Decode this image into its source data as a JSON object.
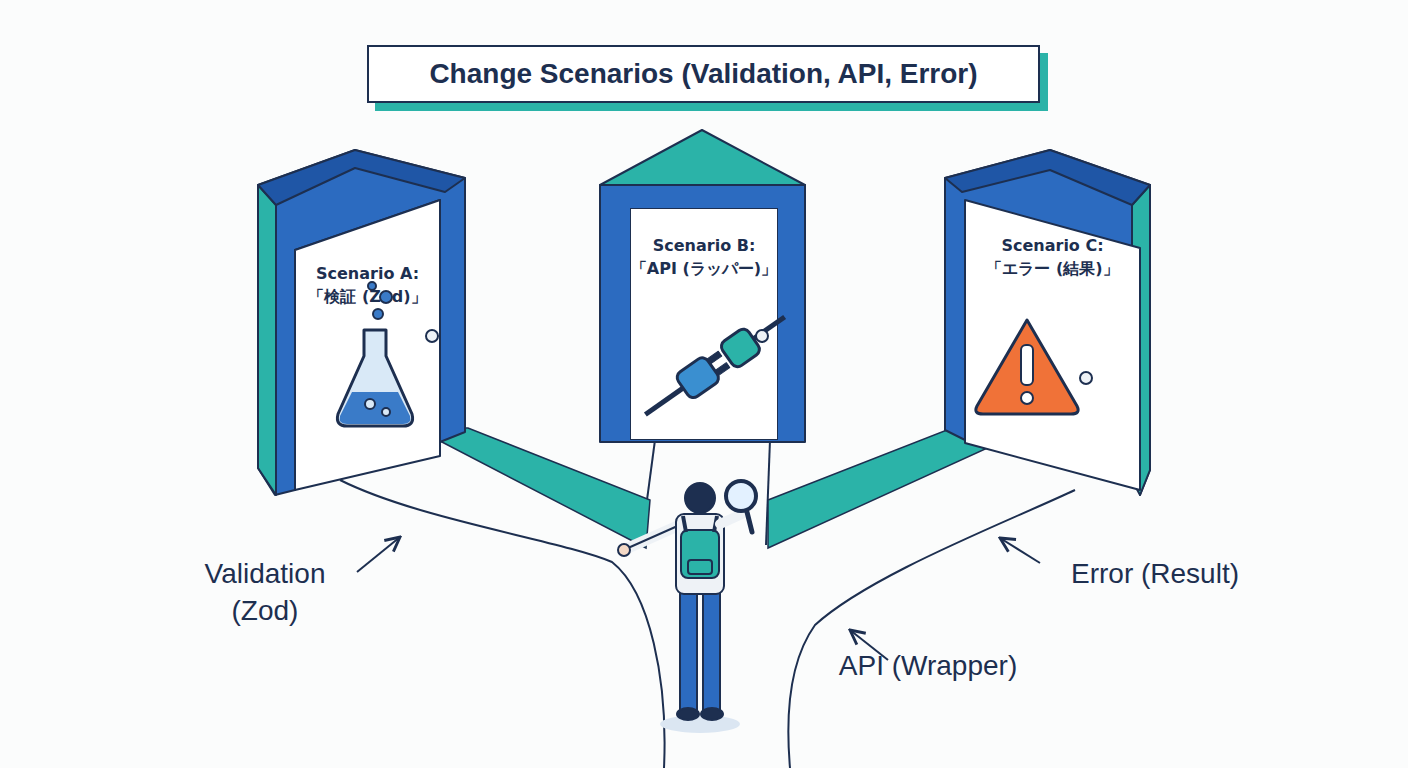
{
  "diagram": {
    "title": "Change Scenarios (Validation, API, Error)",
    "nodes": [
      {
        "text": [
          "Scenario A:",
          "「検証 (Zod)」"
        ]
      },
      {
        "text": [
          "Scenario B:",
          "「API (ラッパー)」"
        ]
      },
      {
        "text": [
          "Scenario C:",
          "「エラー (結果)」"
        ]
      }
    ],
    "labels": [
      "Validation (Zod)",
      "Error (Result)",
      "API (Wrapper)"
    ]
  }
}
